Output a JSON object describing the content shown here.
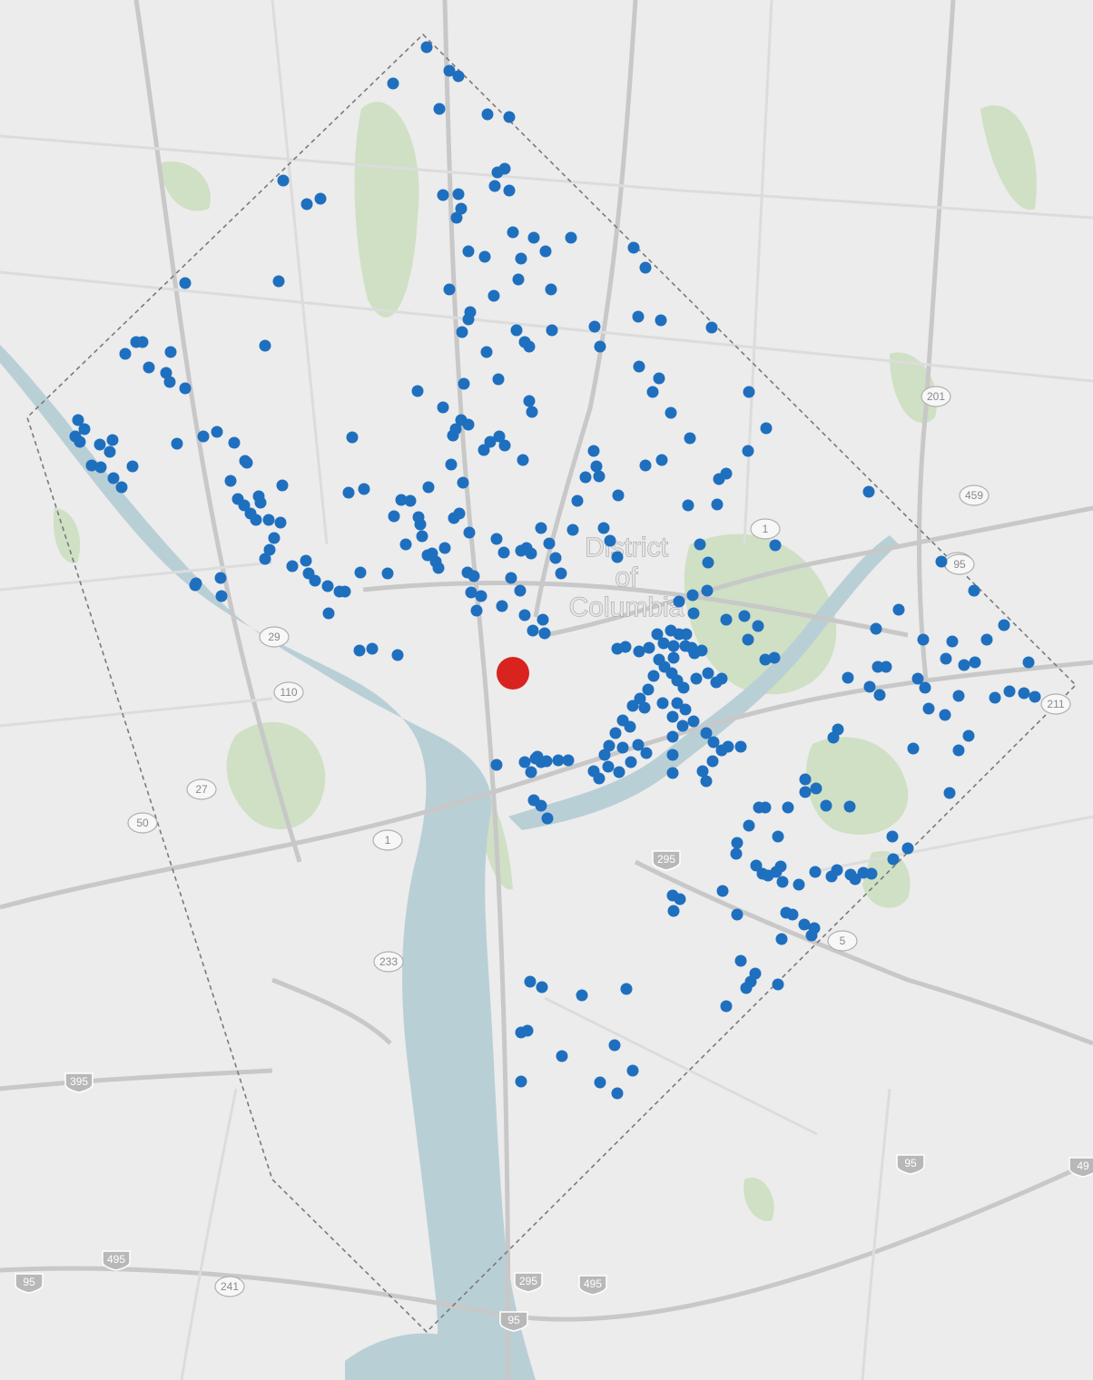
{
  "map": {
    "region_label_lines": [
      "District",
      "of",
      "Columbia"
    ],
    "colors": {
      "land": "#ececec",
      "park": "#cfe0c4",
      "water": "#b9cfd6",
      "road": "#c8c8c8",
      "minor_road": "#dcdcdc",
      "boundary": "#7a7a7a",
      "point": "#1f6fbf",
      "highlight": "#d9231f"
    },
    "route_shields": [
      {
        "label": "201",
        "kind": "oval"
      },
      {
        "label": "459",
        "kind": "oval"
      },
      {
        "label": "1",
        "kind": "oval"
      },
      {
        "label": "295",
        "kind": "oval"
      },
      {
        "label": "110",
        "kind": "oval"
      },
      {
        "label": "27",
        "kind": "oval"
      },
      {
        "label": "50",
        "kind": "oval"
      },
      {
        "label": "1",
        "kind": "oval"
      },
      {
        "label": "295",
        "kind": "interstate"
      },
      {
        "label": "5",
        "kind": "oval"
      },
      {
        "label": "233",
        "kind": "oval"
      },
      {
        "label": "395",
        "kind": "interstate"
      },
      {
        "label": "95",
        "kind": "interstate"
      },
      {
        "label": "495",
        "kind": "interstate"
      },
      {
        "label": "95",
        "kind": "interstate"
      },
      {
        "label": "241",
        "kind": "oval"
      },
      {
        "label": "295",
        "kind": "interstate"
      },
      {
        "label": "495",
        "kind": "interstate"
      },
      {
        "label": "95",
        "kind": "interstate"
      },
      {
        "label": "49",
        "kind": "interstate"
      },
      {
        "label": "29",
        "kind": "oval"
      },
      {
        "label": "95",
        "kind": "oval"
      },
      {
        "label": "211",
        "kind": "oval"
      }
    ]
  }
}
